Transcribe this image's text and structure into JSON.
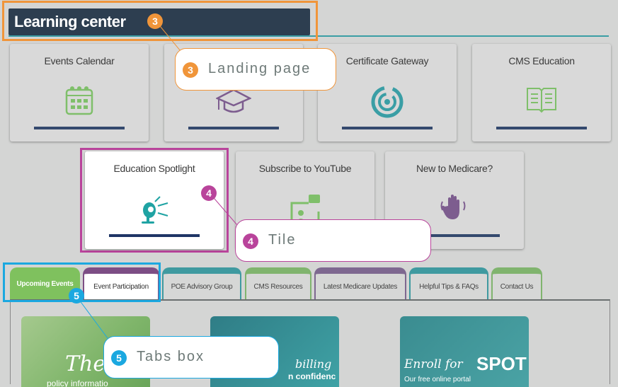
{
  "header": {
    "title": "Learning center"
  },
  "tiles_row1": [
    {
      "title": "Events Calendar",
      "icon": "calendar-icon"
    },
    {
      "title": "",
      "icon": "graduation-cap-icon"
    },
    {
      "title": "Certificate Gateway",
      "icon": "target-icon"
    },
    {
      "title": "CMS Education",
      "icon": "open-book-icon"
    }
  ],
  "tiles_row2": [
    {
      "title": "Education Spotlight",
      "icon": "spotlight-icon"
    },
    {
      "title": "Subscribe to YouTube",
      "icon": "video-chat-icon"
    },
    {
      "title": "New to Medicare?",
      "icon": "waving-hand-icon"
    }
  ],
  "tabs": [
    "Upcoming Events",
    "Event Participation",
    "POE Advisory Group",
    "CMS Resources",
    "Latest Medicare Updates",
    "Helpful Tips & FAQs",
    "Contact Us"
  ],
  "promos": [
    {
      "line1": "The",
      "line2": "policy informatio"
    },
    {
      "line1": "billing",
      "line2": "n confidenc"
    },
    {
      "line1": "Enroll for",
      "brand": "SPOT",
      "line2": "Our free online portal"
    }
  ],
  "annotations": [
    {
      "number": "3",
      "label": "Landing page",
      "color": "#f0953a"
    },
    {
      "number": "4",
      "label": "Tile",
      "color": "#b9449b"
    },
    {
      "number": "5",
      "label": "Tabs box",
      "color": "#1ba8e0"
    }
  ],
  "colors": {
    "header": "#2d3e50",
    "tab_green": "#7fc15e",
    "tab_purple": "#7d4e85",
    "tab_teal": "#3f9aa0"
  }
}
